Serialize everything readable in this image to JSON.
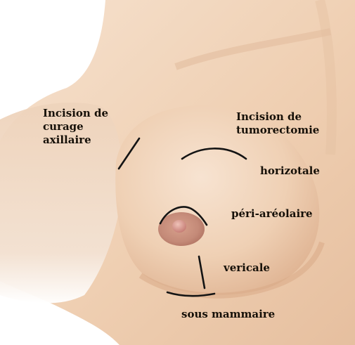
{
  "figure": {
    "labels": {
      "axillary_line1": "Incision de",
      "axillary_line2": "curage",
      "axillary_line3": "axillaire",
      "tumorectomy_line1": "Incision de",
      "tumorectomy_line2": "tumorectomie",
      "horizontal": "horizotale",
      "periareolar": "péri-aréolaire",
      "vertical": "vericale",
      "submammary": "sous mammaire"
    },
    "colors": {
      "skin_light": "#f4dcc6",
      "skin_mid": "#ecc8a8",
      "skin_shadow": "#d9ab88",
      "areola": "#c48a78",
      "nipple": "#c9807a",
      "incision": "#141414",
      "text": "#161008"
    }
  }
}
